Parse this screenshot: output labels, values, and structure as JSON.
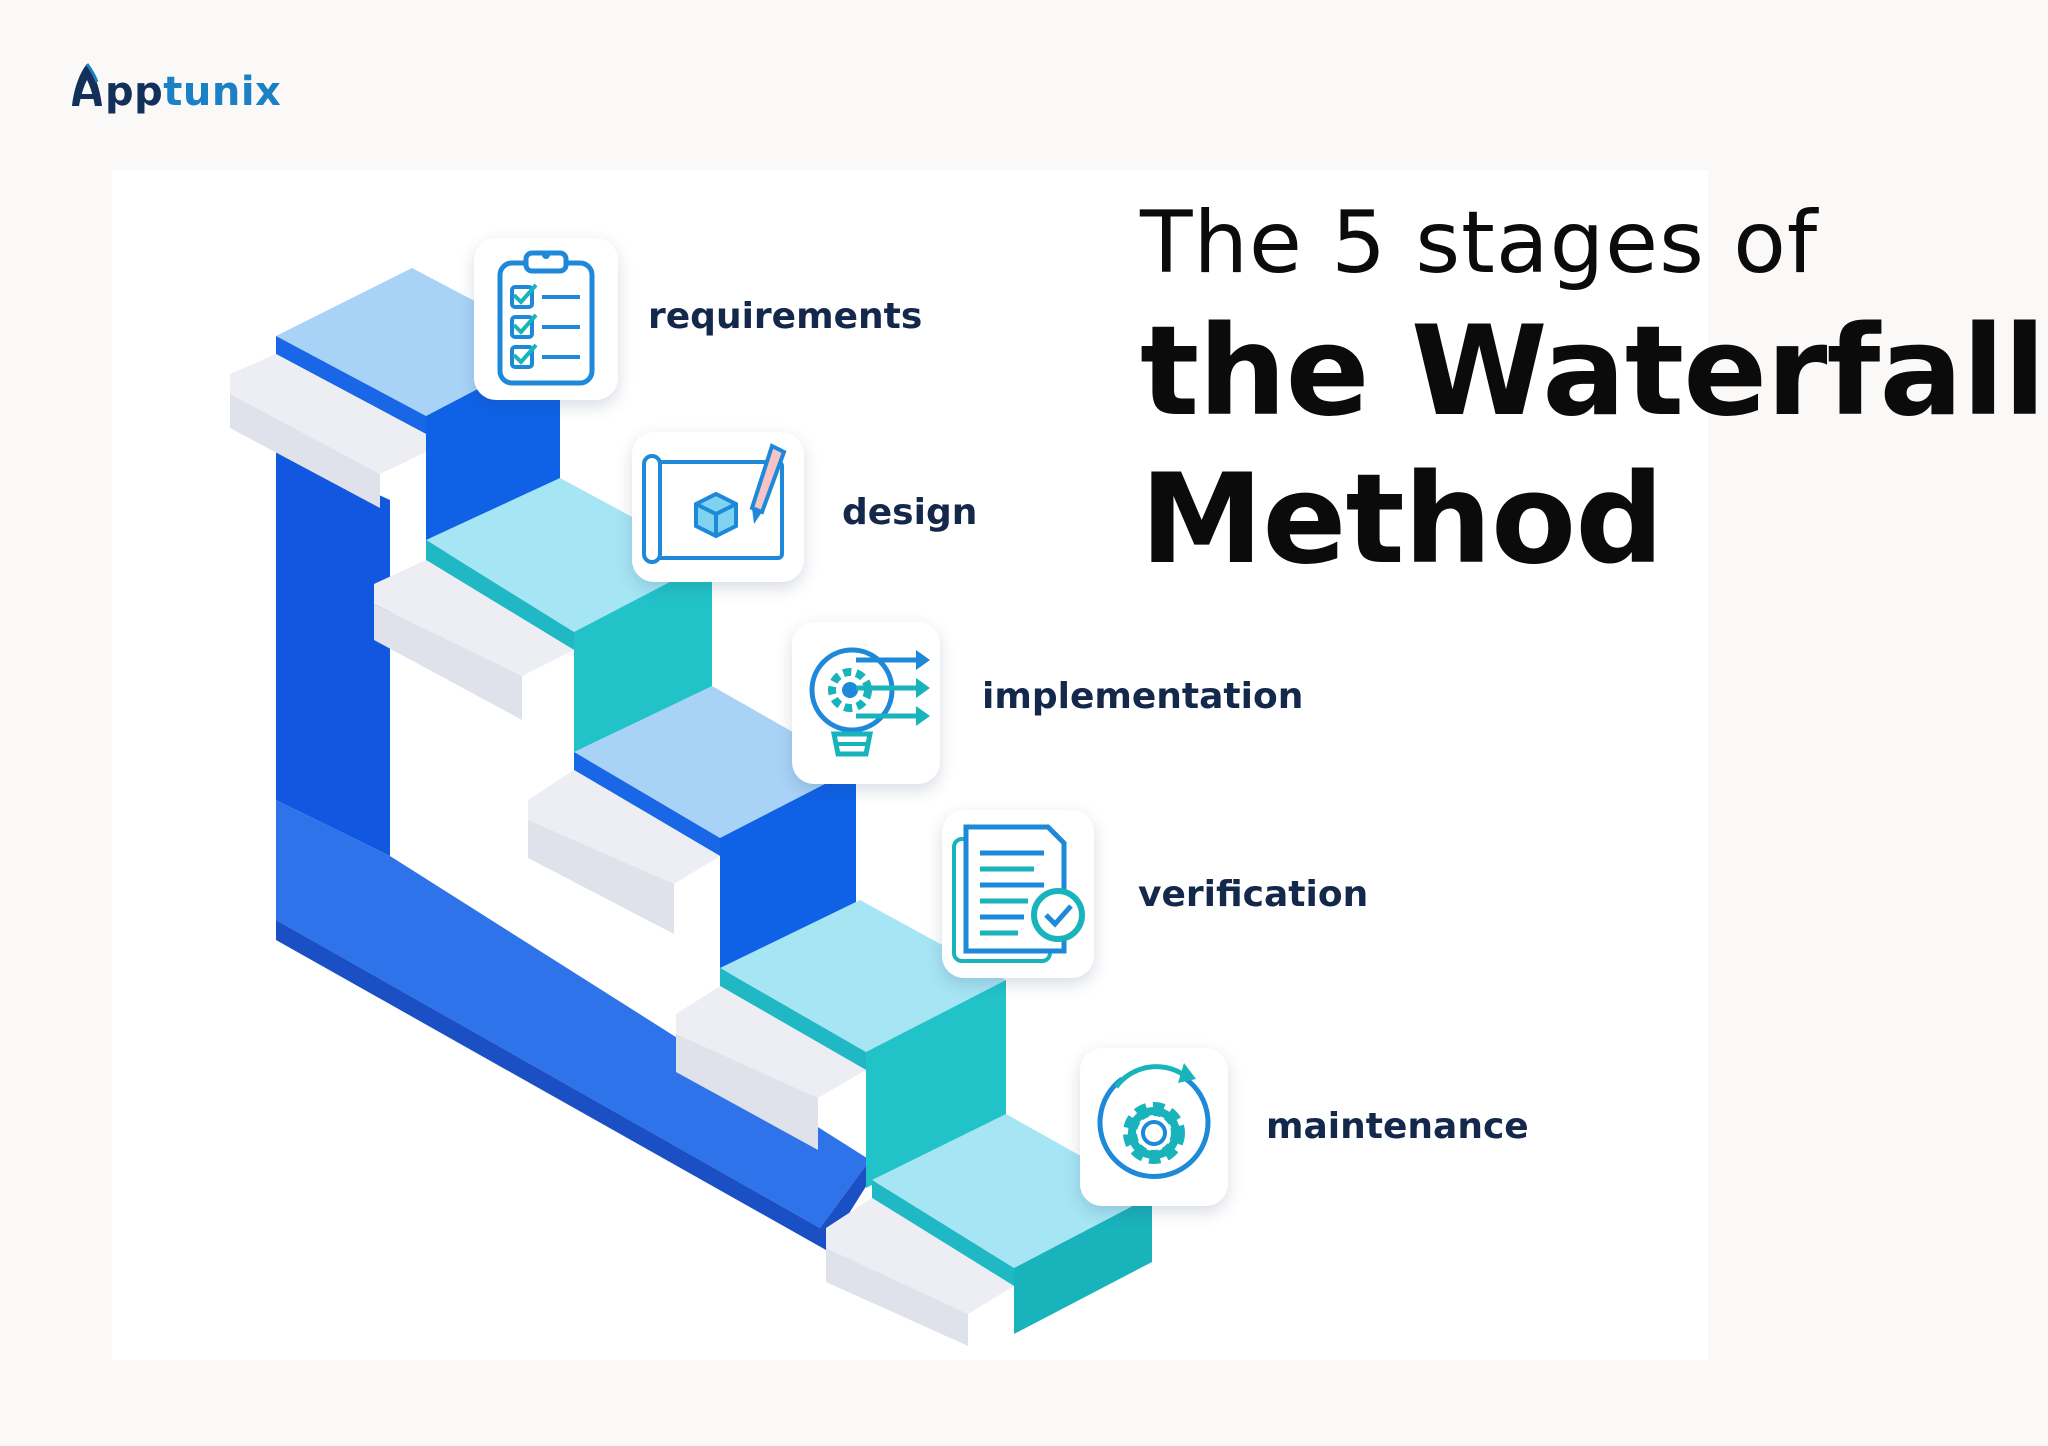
{
  "brand": {
    "name_part1": "A",
    "name_part2": "pp",
    "name_part3": "tunix"
  },
  "title": {
    "line1": "The 5 stages of",
    "line2": "the Waterfall",
    "line3": "Method"
  },
  "stages": [
    {
      "label": "requirements",
      "icon": "checklist-clipboard-icon"
    },
    {
      "label": "design",
      "icon": "blueprint-pencil-icon"
    },
    {
      "label": "implementation",
      "icon": "gear-arrows-bulb-icon"
    },
    {
      "label": "verification",
      "icon": "document-check-icon"
    },
    {
      "label": "maintenance",
      "icon": "gear-cycle-icon"
    }
  ],
  "colors": {
    "dark_blue": "#0f62e6",
    "light_blue_top": "#a8d6f7",
    "teal": "#22c3c8",
    "light_teal_top": "#a6e5f4",
    "white_block": "#eceef3",
    "label": "#14284b",
    "icon_stroke": "#1e88d9"
  }
}
